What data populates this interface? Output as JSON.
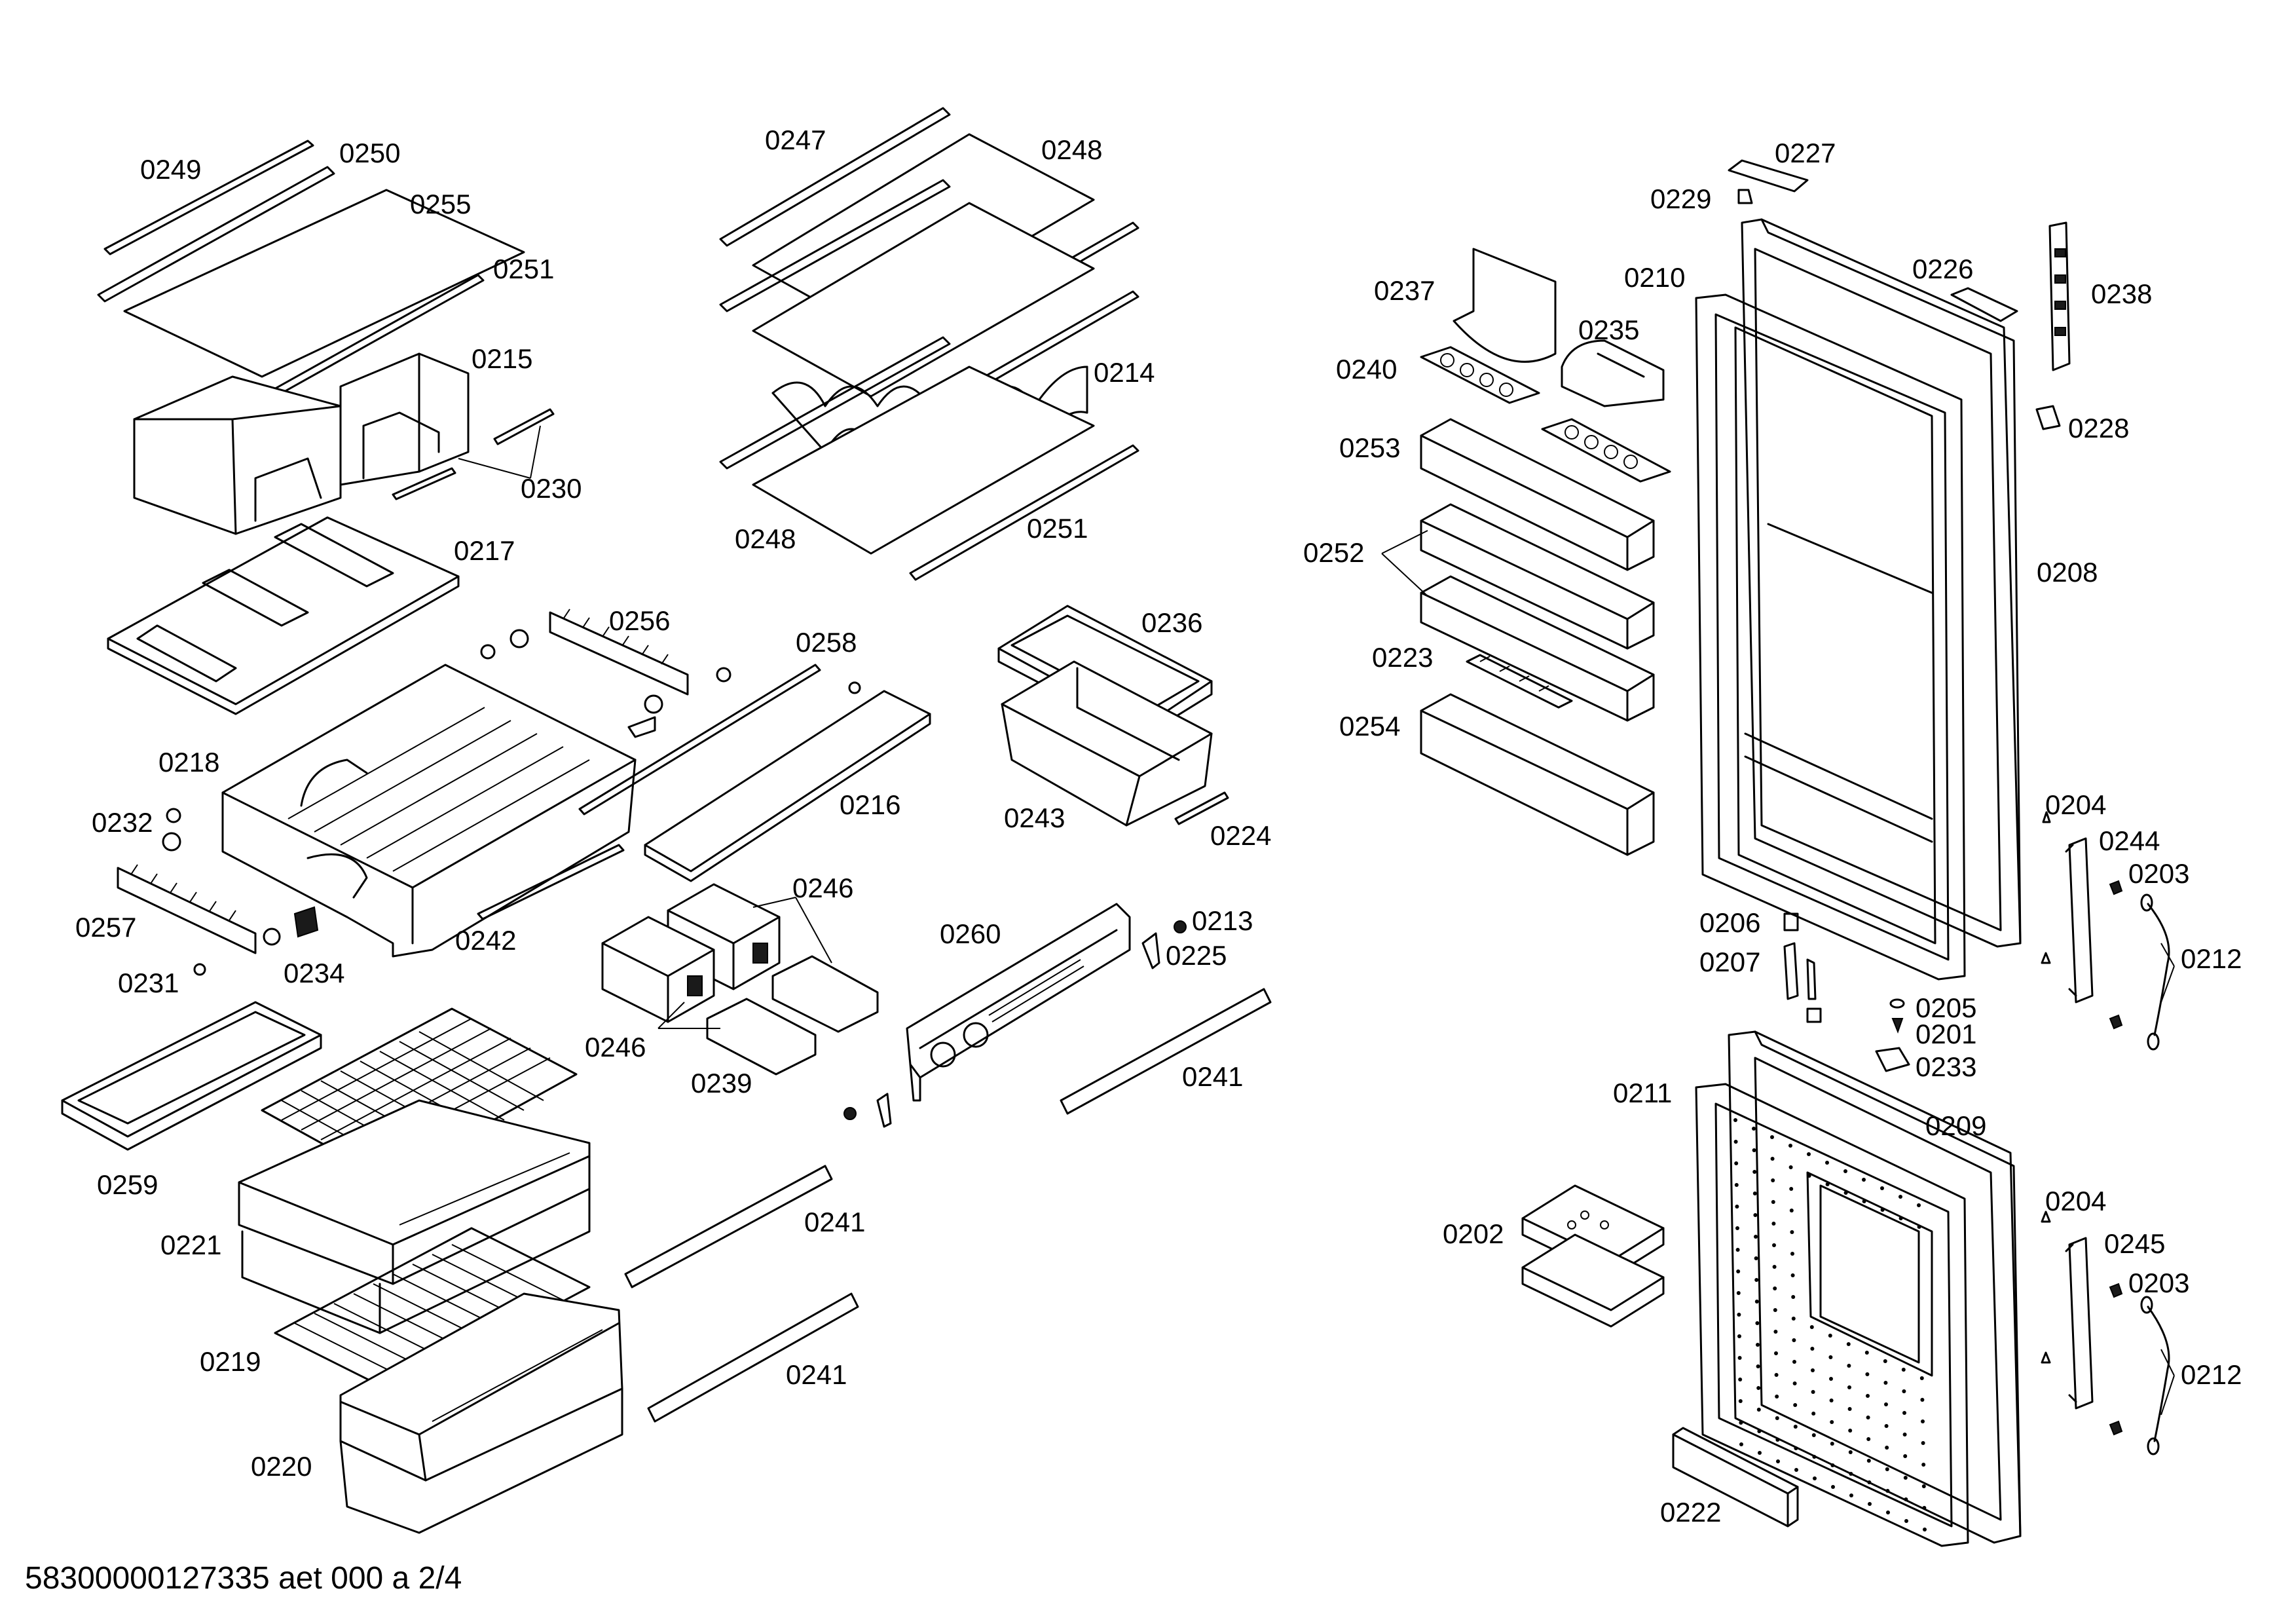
{
  "footer": {
    "drawing_id": "58300000127335 aet 000 a 2/4"
  },
  "labels": {
    "l0249": "0249",
    "l0250": "0250",
    "l0255": "0255",
    "l0251a": "0251",
    "l0215": "0215",
    "l0230": "0230",
    "l0217": "0217",
    "l0247": "0247",
    "l0248a": "0248",
    "l0214": "0214",
    "l0248b": "0248",
    "l0251b": "0251",
    "l0256": "0256",
    "l0258": "0258",
    "l0236": "0236",
    "l0218": "0218",
    "l0216": "0216",
    "l0243": "0243",
    "l0224": "0224",
    "l0232": "0232",
    "l0242": "0242",
    "l0257": "0257",
    "l0234": "0234",
    "l0231": "0231",
    "l0246a": "0246",
    "l0260": "0260",
    "l0213": "0213",
    "l0225": "0225",
    "l0246b": "0246",
    "l0239": "0239",
    "l0241a": "0241",
    "l0259": "0259",
    "l0221": "0221",
    "l0241b": "0241",
    "l0219": "0219",
    "l0241c": "0241",
    "l0220": "0220",
    "l0227": "0227",
    "l0229": "0229",
    "l0226": "0226",
    "l0238": "0238",
    "l0237": "0237",
    "l0210": "0210",
    "l0235": "0235",
    "l0240": "0240",
    "l0228": "0228",
    "l0253": "0253",
    "l0252": "0252",
    "l0208": "0208",
    "l0223": "0223",
    "l0254": "0254",
    "l0204a": "0204",
    "l0244": "0244",
    "l0203a": "0203",
    "l0206": "0206",
    "l0207": "0207",
    "l0212a": "0212",
    "l0205": "0205",
    "l0201": "0201",
    "l0233": "0233",
    "l0211": "0211",
    "l0209": "0209",
    "l0204b": "0204",
    "l0202": "0202",
    "l0245": "0245",
    "l0203b": "0203",
    "l0212b": "0212",
    "l0222": "0222"
  }
}
